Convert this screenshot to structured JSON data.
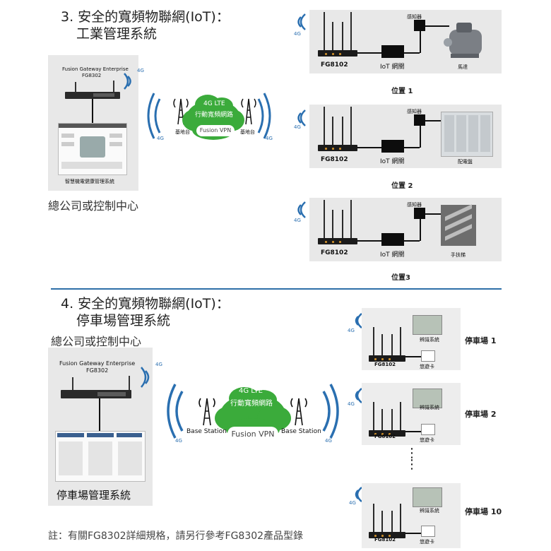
{
  "section3": {
    "title_line1": "3. 安全的寬頻物聯網(IoT)：",
    "title_line2": "工業管理系統",
    "hq_device_name": "Fusion Gateway Enterprise",
    "hq_device_model": "FG8302",
    "hq_caption": "智慧機電健康管理系統",
    "hq_label": "總公司或控制中心",
    "cloud_line1": "4G LTE",
    "cloud_line2": "行動寬頻網路",
    "vpn": "Fusion VPN",
    "base_station_left": "基地台",
    "base_station_right": "基地台",
    "sig_4g": "4G",
    "sites": [
      {
        "router": "FG8102",
        "gateway": "IoT 網關",
        "sensor": "感知器",
        "device": "馬達",
        "location": "位置 1"
      },
      {
        "router": "FG8102",
        "gateway": "IoT 網關",
        "sensor": "感知器",
        "device": "配電盤",
        "location": "位置 2"
      },
      {
        "router": "FG8102",
        "gateway": "IoT 網關",
        "sensor": "感知器",
        "device": "手扶梯",
        "location": "位置3"
      }
    ]
  },
  "section4": {
    "title_line1": "4. 安全的寬頻物聯網(IoT)：",
    "title_line2": "停車場管理系統",
    "hq_label": "總公司或控制中心",
    "hq_device_name": "Fusion Gateway Enterprise",
    "hq_device_model": "FG8302",
    "hq_caption": "停車場管理系統",
    "cloud_line1": "4G LTE",
    "cloud_line2": "行動寬頻網路",
    "vpn": "Fusion VPN",
    "base_station_left": "Base Station",
    "base_station_right": "Base Station",
    "sig_4g": "4G",
    "ellipsis": "⋮",
    "lots": [
      {
        "label": "停車場 1",
        "router": "FG8102",
        "recognition": "辨識系統",
        "card": "悠遊卡"
      },
      {
        "label": "停車場 2",
        "router": "FG8102",
        "recognition": "辨識系統",
        "card": "悠遊卡"
      },
      {
        "label": "停車場 10",
        "router": "FG8102",
        "recognition": "辨識系統",
        "card": "悠遊卡"
      }
    ]
  },
  "footnote": "註：有關FG8302詳細規格，請另行參考FG8302產品型錄",
  "colors": {
    "cloud": "#3bab3b",
    "signal": "#2a6fb0",
    "divider": "#2e6fa8",
    "panel": "#e8e8e8"
  }
}
